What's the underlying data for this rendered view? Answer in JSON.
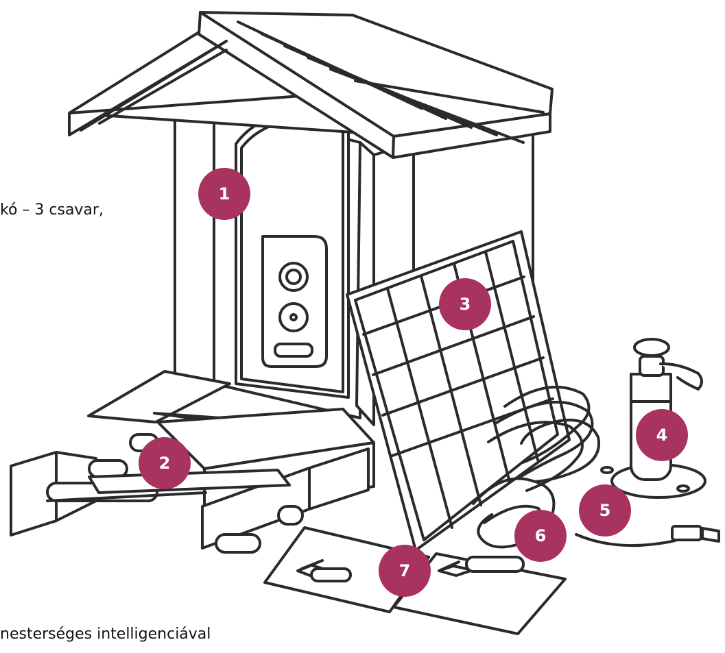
{
  "page_text": {
    "top_cut_text": "kó – 3 csavar,",
    "bottom_cut_text": "nesterséges intelligenciával"
  },
  "theme": {
    "accent": "#a83260",
    "line": "#2a2a2a",
    "fill": "#ffffff"
  },
  "markers": [
    {
      "label": "1"
    },
    {
      "label": "2"
    },
    {
      "label": "3"
    },
    {
      "label": "4"
    },
    {
      "label": "5"
    },
    {
      "label": "6"
    },
    {
      "label": "7"
    }
  ],
  "items": [
    {
      "icon": "birdhouse-camera-icon"
    },
    {
      "icon": "perch-rails-icon"
    },
    {
      "icon": "solar-panel-icon"
    },
    {
      "icon": "mounting-bracket-icon"
    },
    {
      "icon": "usb-cable-icon"
    },
    {
      "icon": "coiled-cable-icon"
    },
    {
      "icon": "screw-pack-icon"
    }
  ]
}
